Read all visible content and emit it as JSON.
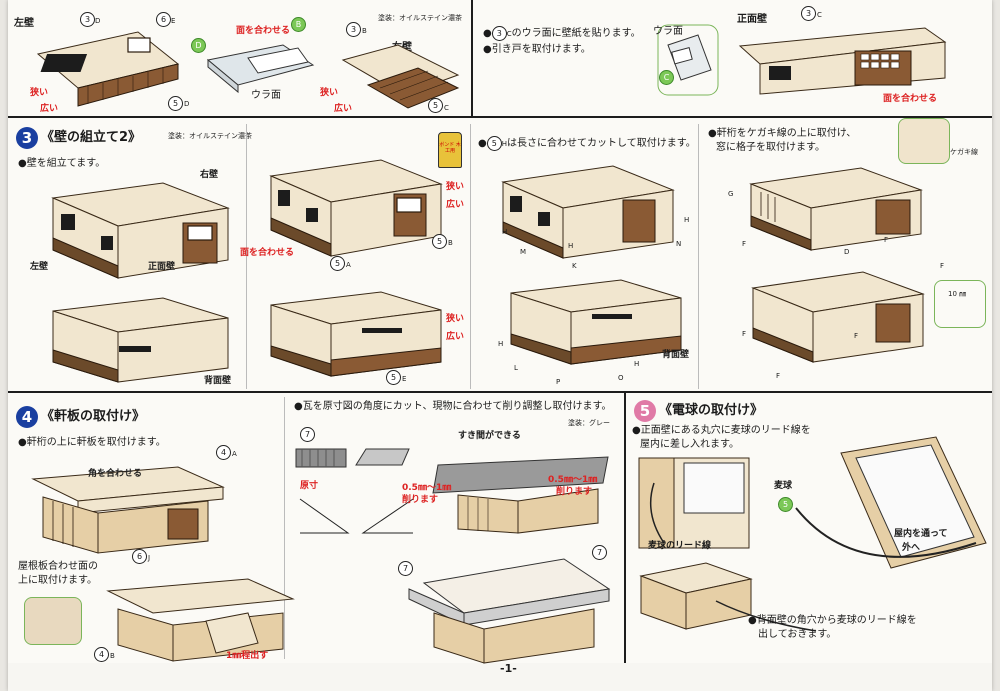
{
  "step2_top": {
    "left_wall_label": "左壁",
    "num_3d": "3",
    "sub_3d": "D",
    "num_6e": "6",
    "sub_6e": "E",
    "narrow": "狭い",
    "wide": "広い",
    "num_5d": "5",
    "sub_5d": "D",
    "align_label": "面を合わせる",
    "label_b": "B",
    "label_d": "D",
    "back_face": "ウラ面",
    "num_3b": "3",
    "sub_3b": "B",
    "paint_note": "塗装：オイルステイン濃茶",
    "right_wall_label": "右壁",
    "narrow2": "狭い",
    "wide2": "広い",
    "num_5c": "5",
    "sub_5c": "C",
    "instr1_pre": "●",
    "instr1_num": "3",
    "instr1_sub": "C",
    "instr1_text": "のウラ面に壁紙を貼ります。",
    "instr2": "●引き戸を取付けます。",
    "back_face2": "ウラ面",
    "label_c": "C",
    "front_wall_label": "正面壁",
    "num_3c": "3",
    "sub_3c": "C",
    "align_label2": "面を合わせる"
  },
  "step3": {
    "badge": "3",
    "title": "《壁の組立て2》",
    "paint": "塗装：オイルステイン濃茶",
    "instr": "●壁を組立てます。",
    "glue": "ボンド 木工用",
    "right_wall": "右壁",
    "left_wall": "左壁",
    "front_wall": "正面壁",
    "back_wall": "背面壁",
    "narrow": "狭い",
    "wide": "広い",
    "num_5b": "5",
    "sub_5b": "B",
    "align": "面を合わせる",
    "num_5a": "5",
    "sub_5a": "A",
    "narrow2": "狭い",
    "wide2": "広い",
    "num_5e": "5",
    "sub_5e": "E",
    "h_instr_pre": "●",
    "h_instr_num": "5",
    "h_instr_sub": "H",
    "h_instr_text": "は長さに合わせてカットして取付けます。",
    "lbl_5h_a": "H",
    "lbl_5h_b": "H",
    "lbl_5h_c": "H",
    "lbl_6m": "M",
    "lbl_6k": "K",
    "lbl_6n": "N",
    "lbl_5h_d": "H",
    "lbl_6l": "L",
    "lbl_6p": "P",
    "lbl_6o": "O",
    "lbl_5h_e": "H",
    "back_wall2": "背面壁",
    "eave_instr1": "●軒桁をケガキ線の上に取付け、",
    "eave_instr2": "窓に格子を取付けます。",
    "scribe": "ケガキ線",
    "lbl_5g": "G",
    "lbl_6f": "F",
    "lbl_6d": "D",
    "lbl_5f": "F",
    "lbl_3f_a": "F",
    "lbl_3f_b": "F",
    "lbl_3f_c": "F",
    "lbl_3f_d": "F",
    "ten_mm": "10 ㎜"
  },
  "step4": {
    "badge": "4",
    "title": "《軒板の取付け》",
    "instr": "●軒桁の上に軒板を取付けます。",
    "corner": "角を合わせる",
    "lbl_4a": "A",
    "roof_note1": "屋根板合わせ面の",
    "roof_note2": "上に取付けます。",
    "lbl_6j": "J",
    "lbl_4b": "B",
    "protrude": "1㎜程出す",
    "tile_instr": "●瓦を原寸図の角度にカット、現物に合わせて削り調整し取付けます。",
    "paint": "塗装：グレー",
    "actual": "原寸",
    "gap": "すき間ができる",
    "shave1": "0.5㎜～1㎜",
    "shave1b": "削ります",
    "shave2": "0.5㎜～1㎜",
    "shave2b": "削ります",
    "num7": "7"
  },
  "step5": {
    "badge": "5",
    "title": "《電球の取付け》",
    "instr1": "●正面壁にある丸穴に麦球のリード線を",
    "instr2": "屋内に差し入れます。",
    "bulb": "麦球",
    "num5": "5",
    "lead": "麦球のリード線",
    "through1": "屋内を通って",
    "through2": "外へ",
    "back1": "●背面壁の角穴から麦球のリード線を",
    "back2": "出しておきます。"
  },
  "page_number": "-1-"
}
